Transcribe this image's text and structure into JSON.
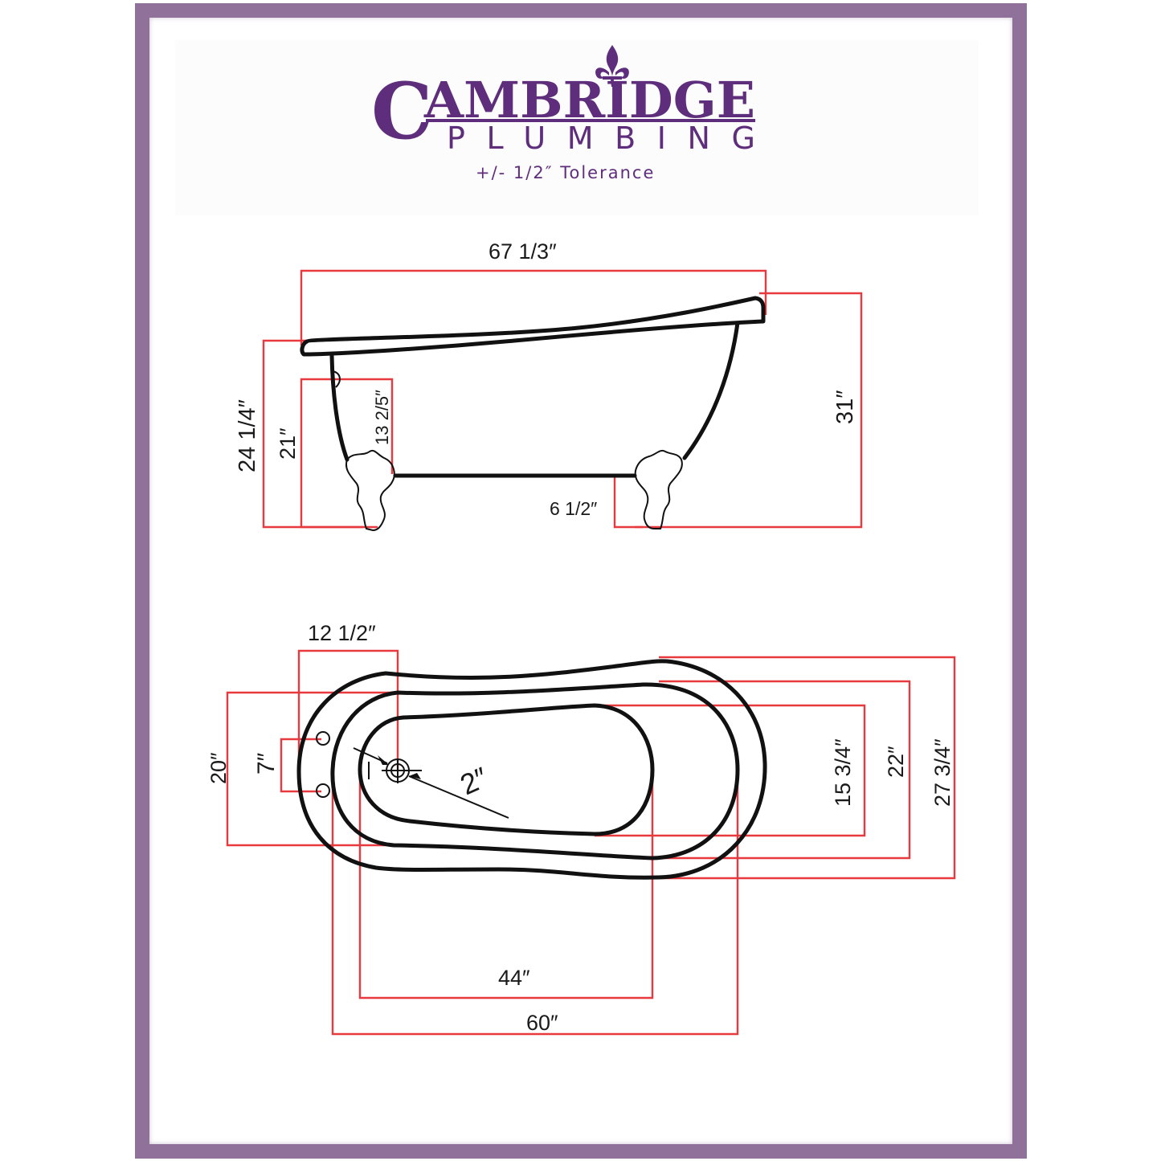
{
  "brand": {
    "name_initial": "C",
    "name_rest": "AMBRIDGE",
    "subtitle": "PLUMBING",
    "tolerance": "+/- 1/2″ Tolerance",
    "brand_color": "#5e2d7b",
    "frame_color": "#8f719a",
    "dimension_line_color": "#e8393f"
  },
  "side_view": {
    "overall_length": "67 1/3″",
    "rim_height_low_end": "24 1/4″",
    "height_to_overflow": "21″",
    "overflow_to_floor_below_rim": "13 2/5″",
    "rim_height_high_end": "31″",
    "floor_clearance": "6 1/2″"
  },
  "top_view": {
    "drain_center_from_end": "12 1/2″",
    "faucet_hole_spacing": "7″",
    "interior_width_at_drain": "20″",
    "drain_diameter": "2″",
    "bottom_width": "15 3/4″",
    "interior_width": "22″",
    "exterior_width": "27 3/4″",
    "bottom_length": "44″",
    "interior_length": "60″"
  }
}
